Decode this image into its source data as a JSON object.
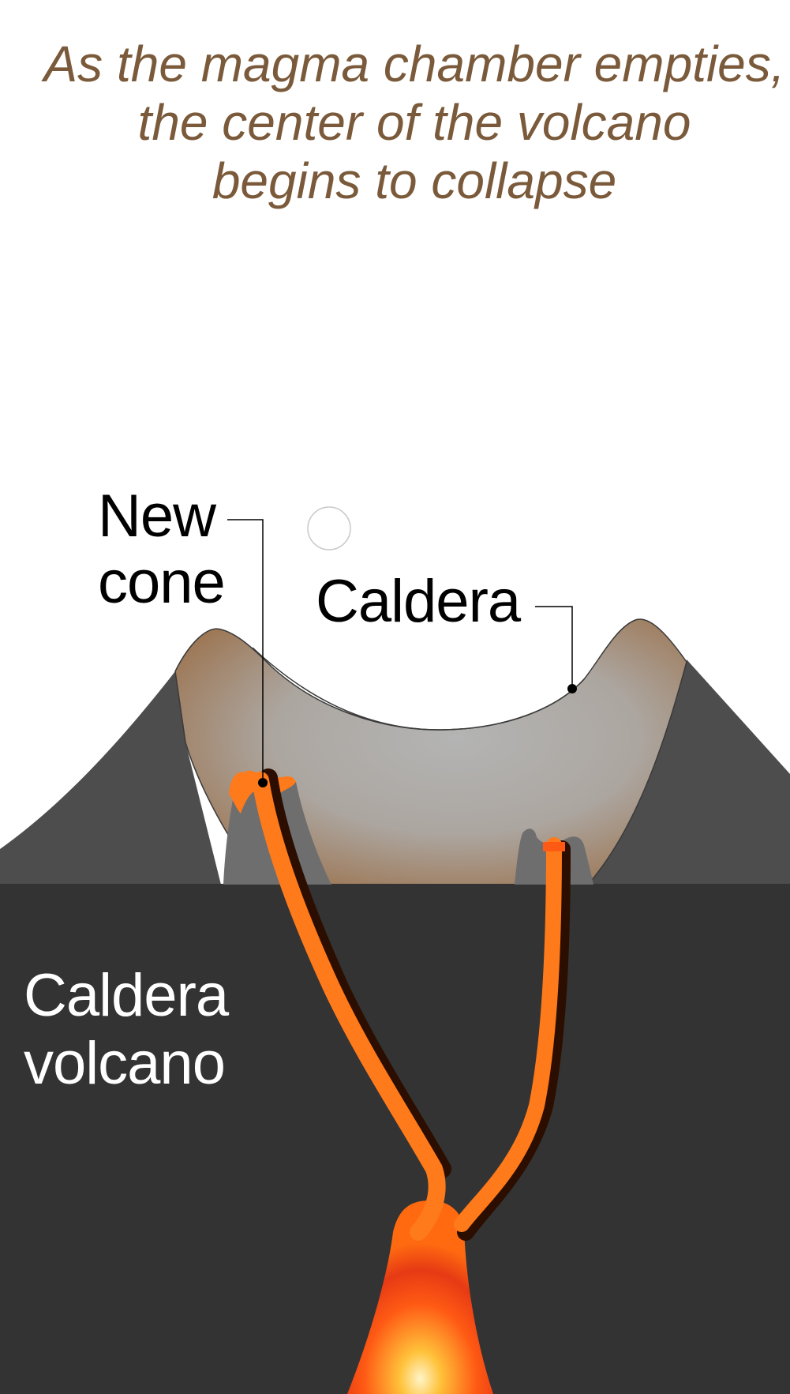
{
  "caption": {
    "lines": [
      "As the magma chamber empties,",
      "the center of the volcano",
      "begins to collapse"
    ]
  },
  "labels": {
    "new_cone": [
      "New",
      "cone"
    ],
    "caldera": "Caldera",
    "caldera_volcano": [
      "Caldera",
      "volcano"
    ]
  },
  "colors": {
    "caption_text": "#7a5a3a",
    "ground": "#333333",
    "outer_flank": "#4d4d4d",
    "caldera_floor_gray": "#b3b3b3",
    "caldera_floor_brown": "#a07850",
    "new_cone": "#6e6e6e",
    "magma": "#ff7a1a",
    "magma_hot": "#ffe9a0"
  }
}
